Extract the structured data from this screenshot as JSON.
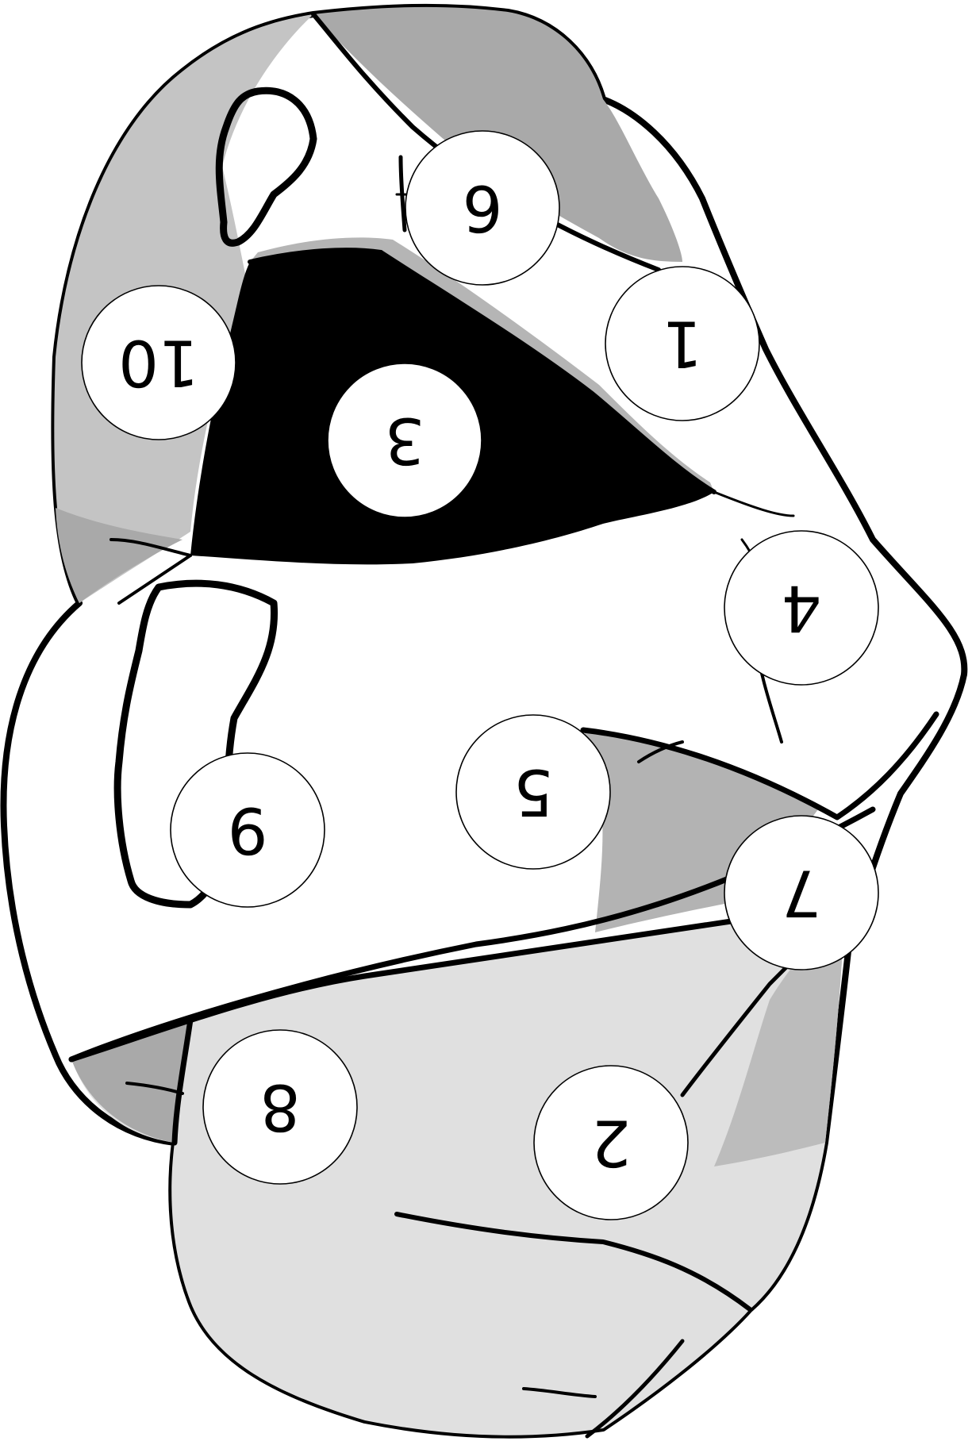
{
  "labels": [
    {
      "id": "1",
      "text": "1"
    },
    {
      "id": "2",
      "text": "2"
    },
    {
      "id": "3",
      "text": "3"
    },
    {
      "id": "4",
      "text": "4"
    },
    {
      "id": "5",
      "text": "5"
    },
    {
      "id": "6",
      "text": "6"
    },
    {
      "id": "7",
      "text": "7"
    },
    {
      "id": "8",
      "text": "8"
    },
    {
      "id": "9",
      "text": "9"
    },
    {
      "id": "10",
      "text": "10"
    }
  ],
  "colors": {
    "outline": "#000000",
    "tone_dark": "#a9a9a9",
    "tone_mid": "#c4c4c4",
    "tone_light": "#d6d6d6",
    "tone_lighter": "#e0e0e0",
    "cavity": "#000000",
    "label_fill": "#ffffff"
  }
}
